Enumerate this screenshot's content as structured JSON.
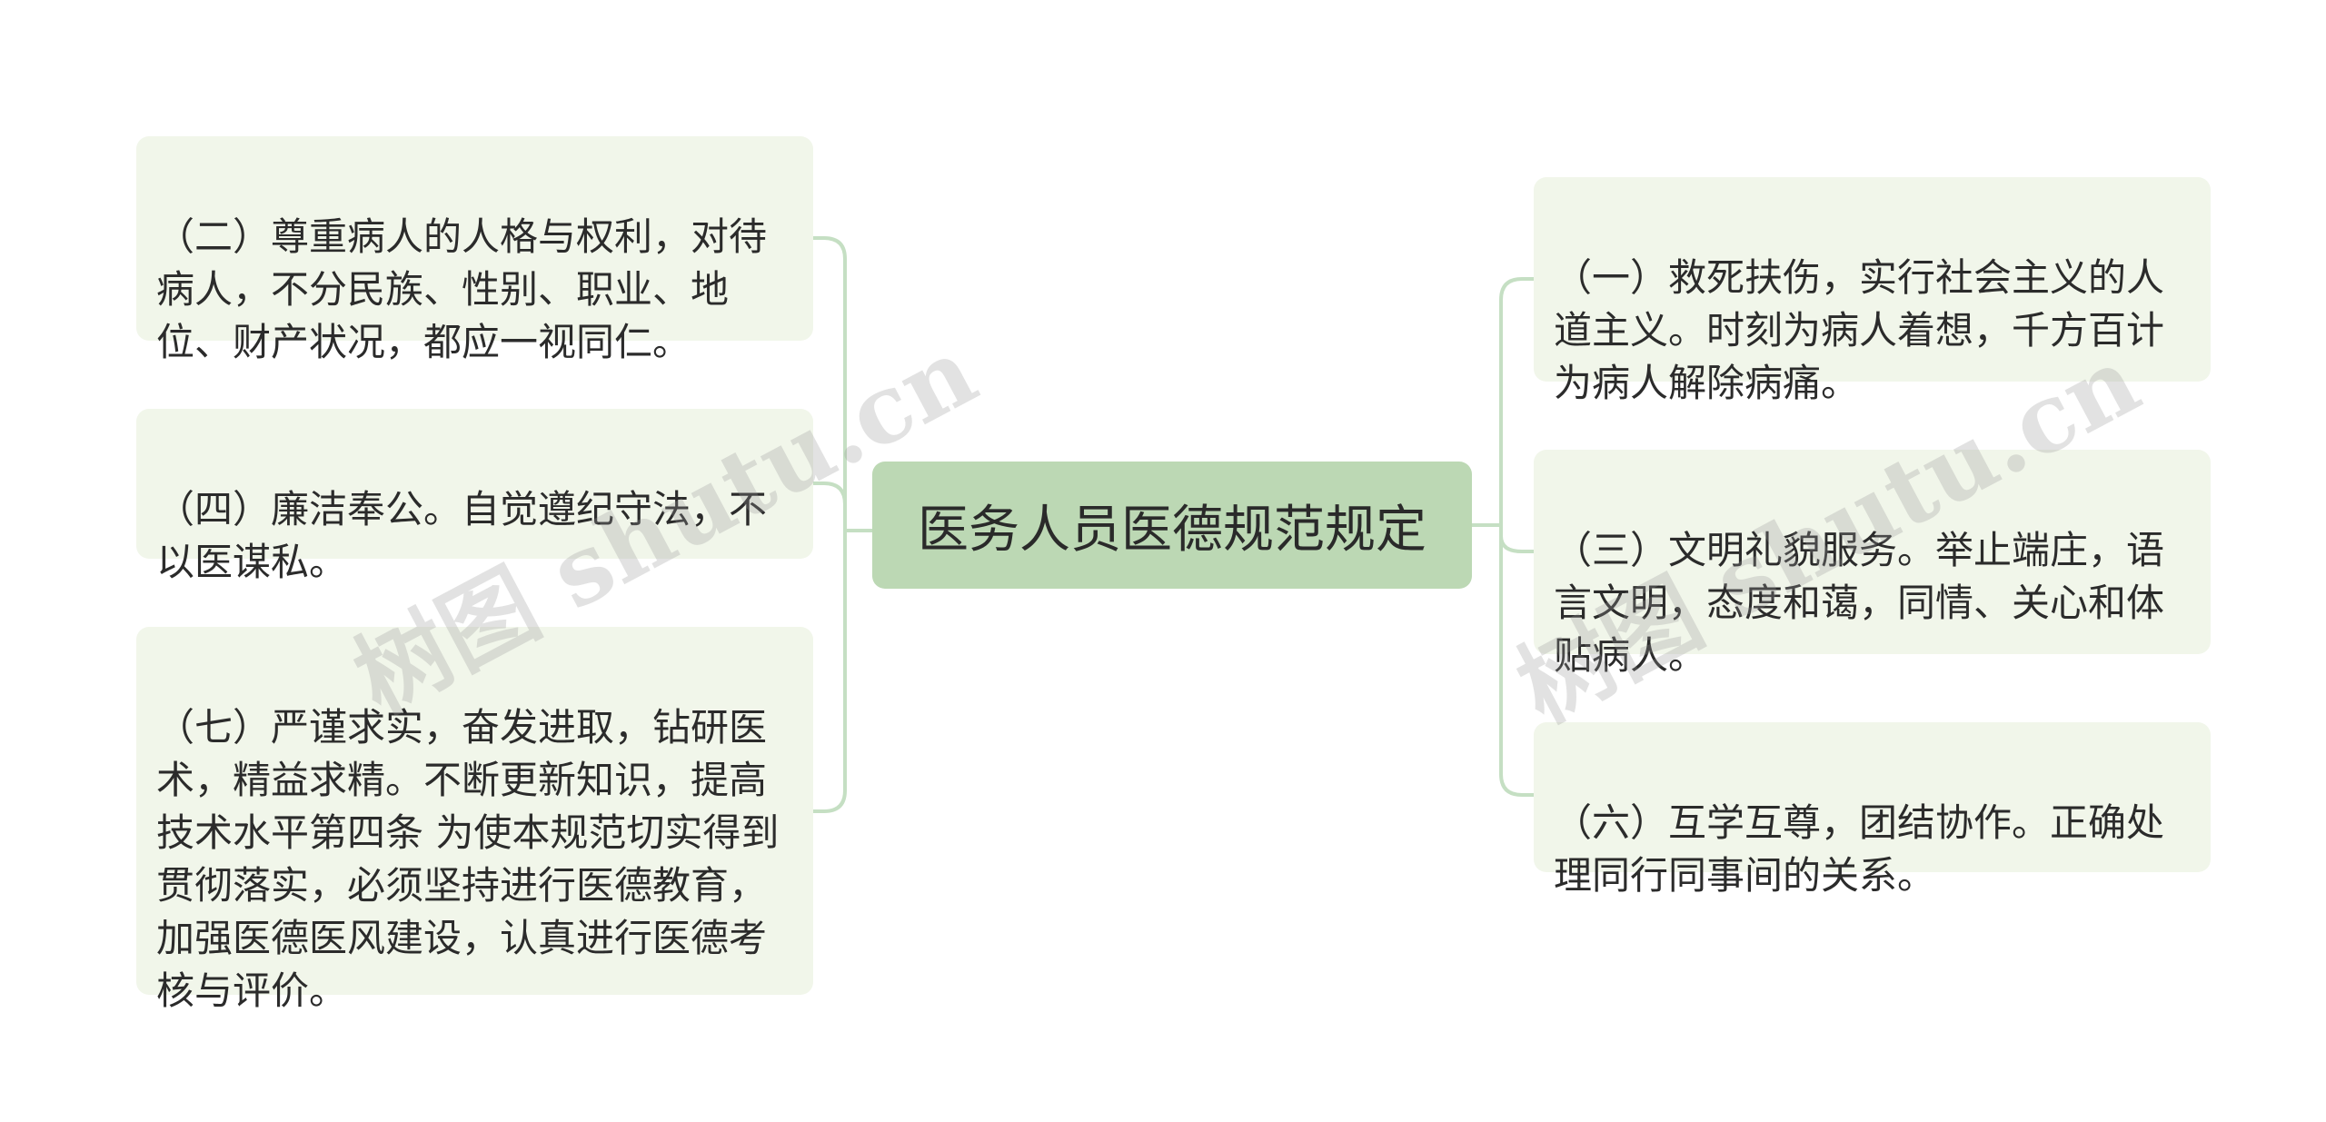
{
  "root": {
    "label": "医务人员医德规范规定"
  },
  "left_nodes": [
    {
      "text": "（二）尊重病人的人格与权利，对待病人，不分民族、性别、职业、地位、财产状况，都应一视同仁。"
    },
    {
      "text": "（四）廉洁奉公。自觉遵纪守法，不以医谋私。"
    },
    {
      "text": "（七）严谨求实，奋发进取，钻研医术，精益求精。不断更新知识，提高技术水平第四条 为使本规范切实得到贯彻落实，必须坚持进行医德教育，加强医德医风建设，认真进行医德考核与评价。"
    }
  ],
  "right_nodes": [
    {
      "text": "（一）救死扶伤，实行社会主义的人道主义。时刻为病人着想，千方百计为病人解除病痛。"
    },
    {
      "text": "（三）文明礼貌服务。举止端庄，语言文明，态度和蔼，同情、关心和体贴病人。"
    },
    {
      "text": "（六）互学互尊，团结协作。正确处理同行同事间的关系。"
    }
  ],
  "watermarks": [
    "树图 shutu.cn",
    "树图 shutu.cn"
  ],
  "colors": {
    "connector": "#c5dfc3",
    "node_fill": "#f1f6ea",
    "root_fill": "#bcd8b4"
  }
}
